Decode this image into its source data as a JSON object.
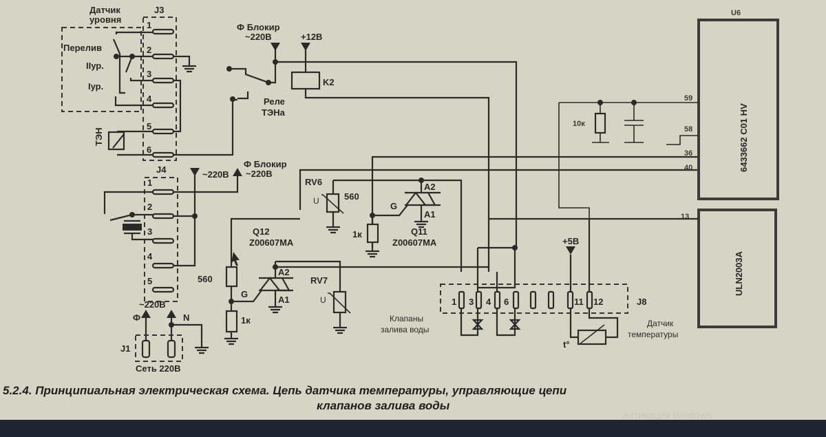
{
  "figure": {
    "caption_line1": "5.2.4. Принципиальная электрическая схема. Цепь датчика температуры, управляющие цепи",
    "caption_line2": "клапанов залива воды",
    "watermark": "Активация Windows"
  },
  "level_sensor": {
    "title_line1": "Датчик",
    "title_line2": "уровня",
    "overflow_label": "Перелив",
    "level2_label": "IIур.",
    "level1_label": "Iур."
  },
  "connectors": {
    "j3": {
      "label": "J3",
      "pins": [
        "1",
        "2",
        "3",
        "4",
        "5",
        "6"
      ]
    },
    "j4": {
      "label": "J4",
      "pins": [
        "1",
        "2",
        "3",
        "4",
        "5"
      ]
    },
    "j1": {
      "label": "J1",
      "caption": "Сеть 220В",
      "phase": "Ф",
      "neutral": "N",
      "voltage": "~220В"
    },
    "j8": {
      "label": "J8",
      "pins": [
        "1",
        "3",
        "4",
        "6",
        "",
        "",
        "11",
        "12"
      ]
    }
  },
  "heater": {
    "label": "ТЭН"
  },
  "relay": {
    "name": "K2",
    "caption_line1": "Реле",
    "caption_line2": "ТЭНа",
    "supply_block_line1": "Ф Блокир",
    "supply_block_line2": "~220В",
    "supply_12v": "+12В"
  },
  "power_mid": {
    "left_label": "~220В",
    "block_line1": "Ф Блокир",
    "block_line2": "~220В"
  },
  "triac_q11": {
    "name": "Q11",
    "part": "Z00607MA",
    "gate": "G",
    "a1": "A1",
    "a2": "A2",
    "gate_res": "1к"
  },
  "triac_q12": {
    "name": "Q12",
    "part": "Z00607MA",
    "gate": "G",
    "a1": "A1",
    "a2": "A2",
    "gate_res_top": "560",
    "gate_res_bottom": "1к"
  },
  "varistors": {
    "rv6": {
      "name": "RV6",
      "value": "560",
      "symbol": "U"
    },
    "rv7": {
      "name": "RV7",
      "symbol": "U"
    }
  },
  "mcu": {
    "ref": "U6",
    "part": "6433662  C01 HV",
    "pins": {
      "p59": "59",
      "p58": "58",
      "p36": "36",
      "p40": "40"
    },
    "resistor": "10к"
  },
  "driver": {
    "part": "ULN2003A",
    "pin": "13"
  },
  "supply_5v": "+5В",
  "valves_label_line1": "Клапаны",
  "valves_label_line2": "залива воды",
  "temp_sensor": {
    "label_line1": "Датчик",
    "label_line2": "температуры",
    "symbol": "t°"
  }
}
